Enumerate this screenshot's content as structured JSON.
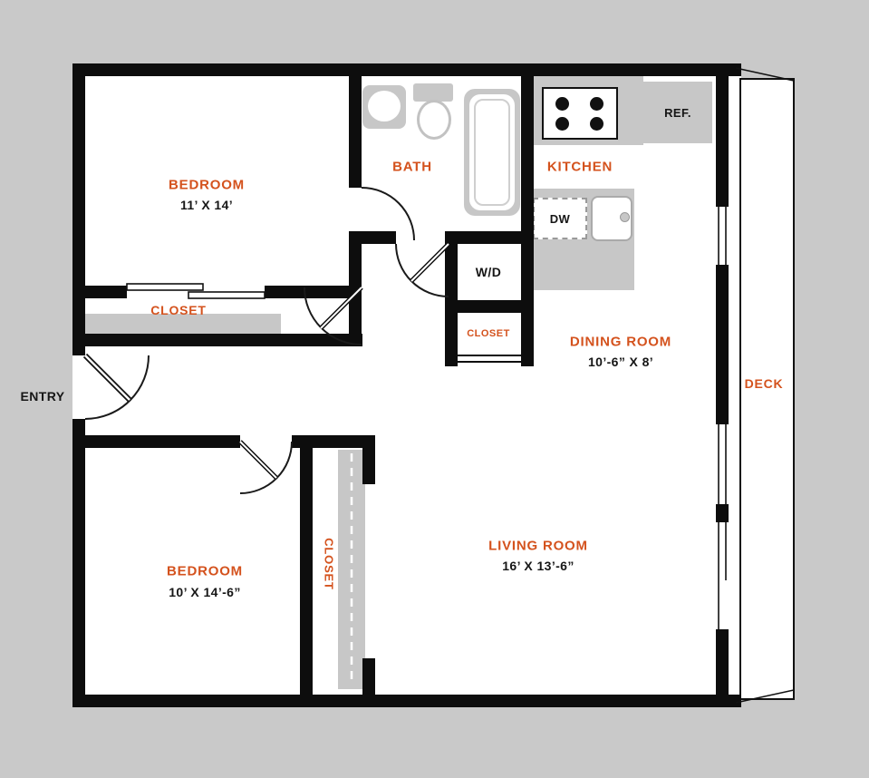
{
  "colors": {
    "background": "#c9c9c9",
    "wall": "#0d0d0d",
    "room_label_accent": "#d4521d",
    "dimension_text": "#161616",
    "fixture_gray": "#c7c7c7"
  },
  "rooms": {
    "bedroom1": {
      "name": "BEDROOM",
      "dims": "11’ X 14’"
    },
    "closet1": {
      "name": "CLOSET"
    },
    "bath": {
      "name": "BATH"
    },
    "kitchen": {
      "name": "KITCHEN"
    },
    "wd": {
      "name": "W/D"
    },
    "closet2": {
      "name": "CLOSET"
    },
    "dining": {
      "name": "DINING ROOM",
      "dims": "10’-6” X 8’"
    },
    "entry": {
      "name": "ENTRY"
    },
    "deck": {
      "name": "DECK"
    },
    "bedroom2": {
      "name": "BEDROOM",
      "dims": "10’ X 14’-6”"
    },
    "closet3": {
      "name": "CLOSET"
    },
    "living": {
      "name": "LIVING ROOM",
      "dims": "16’ X 13’-6”"
    }
  },
  "appliances": {
    "refrigerator": "REF.",
    "dishwasher": "DW"
  }
}
